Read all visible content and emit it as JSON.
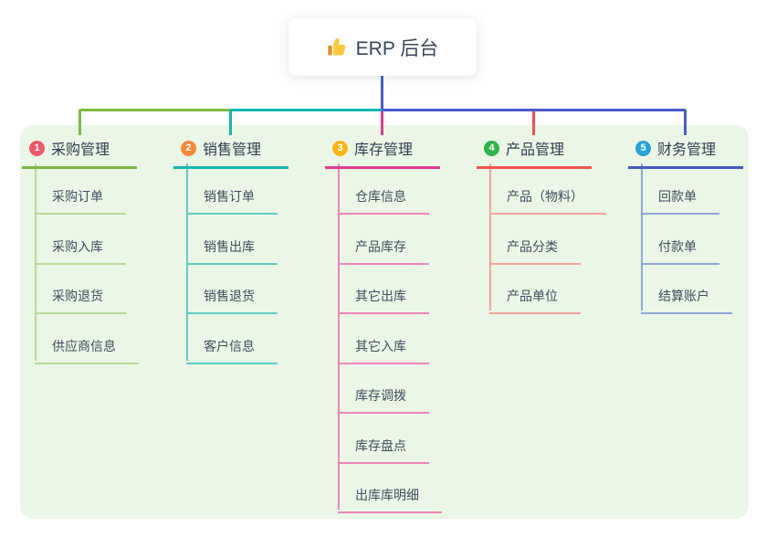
{
  "root": {
    "title": "ERP 后台",
    "icon": "thumbs-up-icon"
  },
  "colors": {
    "canvas_bg": "#ffffff",
    "panel_bg": "#ebf7e6",
    "connector_blue": "#4a5cc8",
    "root_text": "#39455a",
    "header_text": "#2e3c50",
    "item_text": "#3f4d5f"
  },
  "branches": [
    {
      "badge": "1",
      "label": "采购管理",
      "line_color": "#7cb93f",
      "sub_line_color": "#b6db93",
      "badge_color": "#f3566a",
      "items": [
        "采购订单",
        "采购入库",
        "采购退货",
        "供应商信息"
      ]
    },
    {
      "badge": "2",
      "label": "销售管理",
      "line_color": "#12b7ae",
      "sub_line_color": "#5fcec5",
      "badge_color": "#f9873a",
      "items": [
        "销售订单",
        "销售出库",
        "销售退货",
        "客户信息"
      ]
    },
    {
      "badge": "3",
      "label": "库存管理",
      "line_color": "#e23a92",
      "sub_line_color": "#f183bd",
      "badge_color": "#fbb513",
      "items": [
        "仓库信息",
        "产品库存",
        "其它出库",
        "其它入库",
        "库存调拨",
        "库存盘点",
        "出库库明细"
      ]
    },
    {
      "badge": "4",
      "label": "产品管理",
      "line_color": "#f5504d",
      "sub_line_color": "#f8a09c",
      "badge_color": "#2fb44e",
      "items": [
        "产品（物料）",
        "产品分类",
        "产品单位"
      ]
    },
    {
      "badge": "5",
      "label": "财务管理",
      "line_color": "#4459c6",
      "sub_line_color": "#8fa6da",
      "badge_color": "#27a3df",
      "items": [
        "回款单",
        "付款单",
        "结算账户"
      ]
    }
  ]
}
